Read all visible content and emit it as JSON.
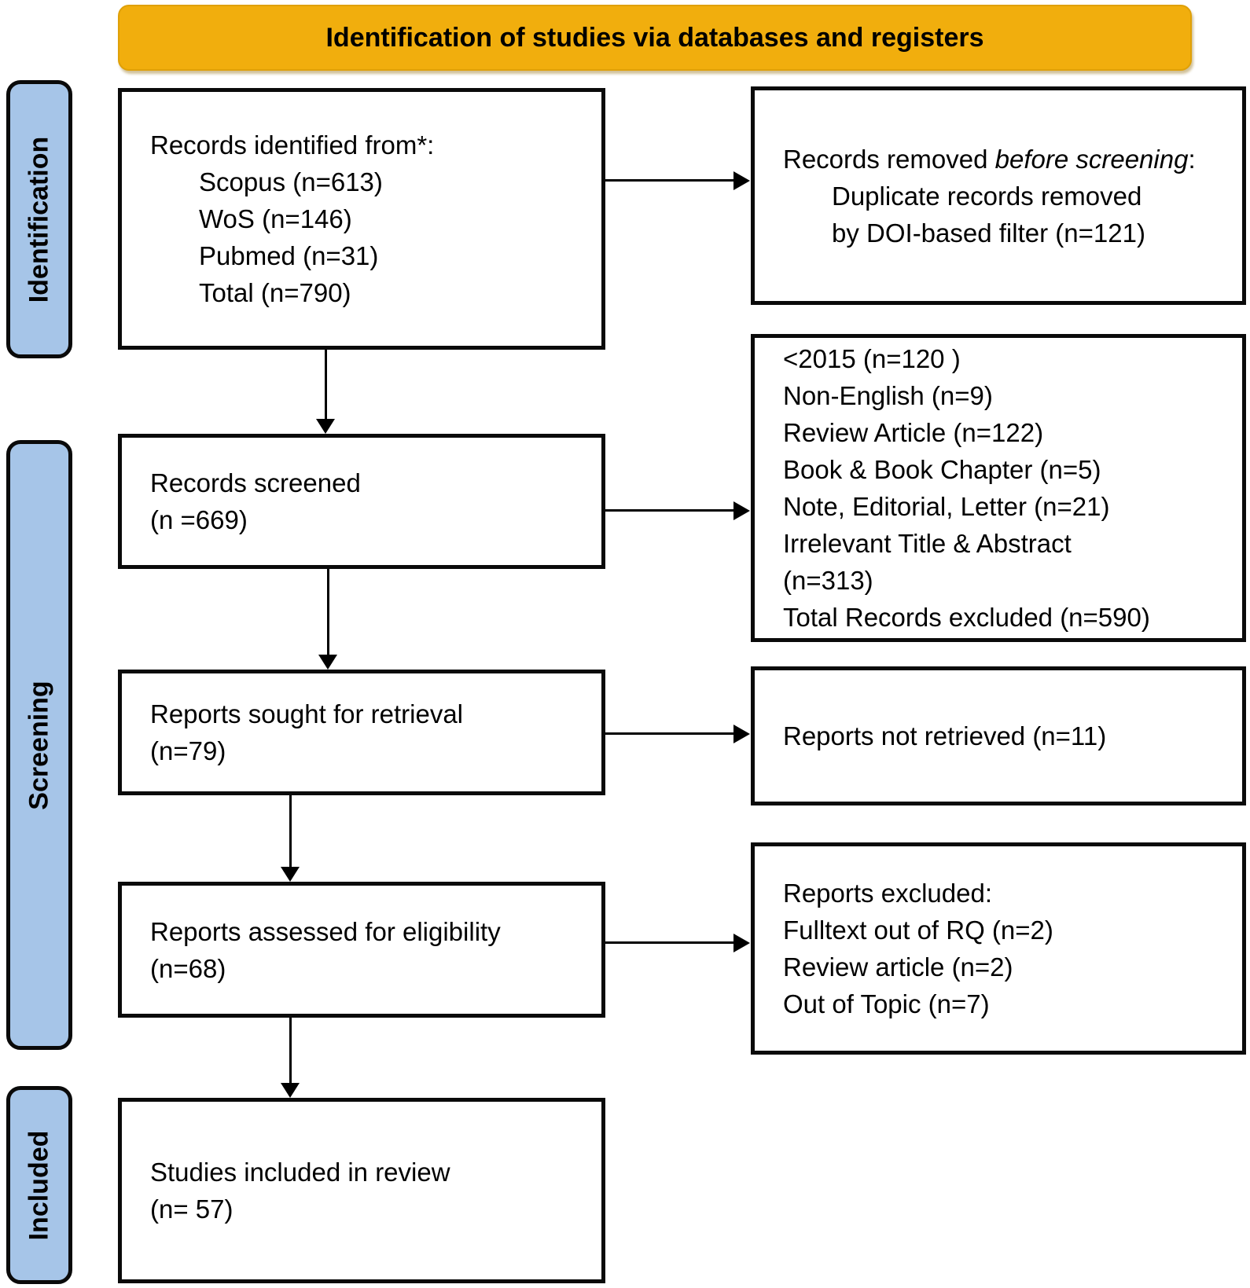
{
  "header": {
    "title": "Identification of studies via databases and registers"
  },
  "sidebar": {
    "identification": "Identification",
    "screening": "Screening",
    "included": "Included"
  },
  "boxes": {
    "identified": {
      "title": "Records identified from*:",
      "items": [
        "Scopus (n=613)",
        "WoS (n=146)",
        "Pubmed (n=31)",
        "Total (n=790)"
      ]
    },
    "removed_before": {
      "title_normal": "Records removed ",
      "title_italic": "before screening",
      "title_suffix": ":",
      "detail_line1": "Duplicate records removed",
      "detail_line2": "by DOI-based filter (n=121)"
    },
    "screened": {
      "line1": "Records screened",
      "line2": "(n =669)"
    },
    "excluded_records": {
      "items": [
        "<2015 (n=120 )",
        "Non-English (n=9)",
        "Review Article (n=122)",
        "Book & Book Chapter (n=5)",
        "Note, Editorial, Letter (n=21)",
        "Irrelevant Title & Abstract",
        "(n=313)",
        "Total Records excluded (n=590)"
      ]
    },
    "sought": {
      "line1": "Reports sought for retrieval",
      "line2": "(n=79)"
    },
    "not_retrieved": {
      "line1": "Reports not retrieved (n=11)"
    },
    "assessed": {
      "line1": "Reports assessed for eligibility",
      "line2": "(n=68)"
    },
    "reports_excluded": {
      "title": "Reports excluded:",
      "items": [
        "Fulltext out of RQ (n=2)",
        "Review article (n=2)",
        "Out of Topic (n=7)"
      ]
    },
    "included_studies": {
      "line1": "Studies included in review",
      "line2": "(n= 57)"
    }
  },
  "colors": {
    "header_bg": "#F1AE0D",
    "sidebar_bg": "#A6C5E8",
    "border": "#000000"
  }
}
